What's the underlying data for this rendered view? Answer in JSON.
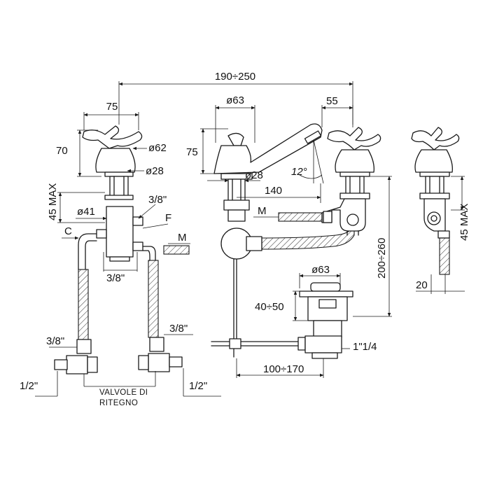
{
  "dimensions": {
    "overall_span": "190÷250",
    "handle_width": "75",
    "handle_height": "70",
    "handle_diameter": "ø62",
    "stem_diameter_left": "ø28",
    "max_below_left": "45 MAX",
    "body_diameter": "ø41",
    "inlet_thread_top": "3/8\"",
    "label_F": "F",
    "label_C": "C",
    "label_M_left": "M",
    "inlet_thread_bottom": "3/8\"",
    "valve_thread_left": "3/8\"",
    "valve_thread_right": "3/8\"",
    "connection_left": "1/2\"",
    "connection_right": "1/2\"",
    "valves_label_line1": "VALVOLE DI",
    "valves_label_line2": "RITEGNO",
    "spout_base_diameter": "ø63",
    "spout_offset": "55",
    "spout_height": "75",
    "spout_stem_diameter": "ø28",
    "spout_angle": "12°",
    "spout_reach": "140",
    "label_M_right": "M",
    "height_range": "200÷260",
    "waste_diameter": "ø63",
    "waste_height": "40÷50",
    "waste_thread": "1\"1/4",
    "rod_length": "100÷170",
    "max_below_right": "45 MAX",
    "offset_right": "20"
  },
  "line_color": "#1a1a1a"
}
